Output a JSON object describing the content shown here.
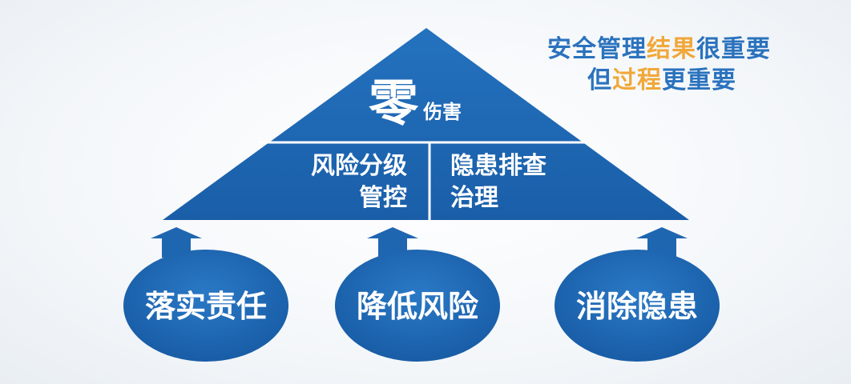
{
  "colors": {
    "primary_blue": "#1f66b1",
    "accent_orange": "#f0a83a",
    "slogan_blue": "#2a72bd",
    "text_white": "#ffffff"
  },
  "pyramid": {
    "top": {
      "big_char": "零",
      "small_text": "伤害"
    },
    "middle_left": {
      "line1": "风险分级",
      "line2": "管控"
    },
    "middle_right": {
      "line1": "隐患排查",
      "line2": "治理"
    }
  },
  "slogan": {
    "line1": {
      "part1": "安全管理",
      "highlight": "结果",
      "part2": "很重要"
    },
    "line2": {
      "part1": "但",
      "highlight": "过程",
      "part2": "更重要"
    }
  },
  "pillars": [
    {
      "label": "落实责任"
    },
    {
      "label": "降低风险"
    },
    {
      "label": "消除隐患"
    }
  ]
}
